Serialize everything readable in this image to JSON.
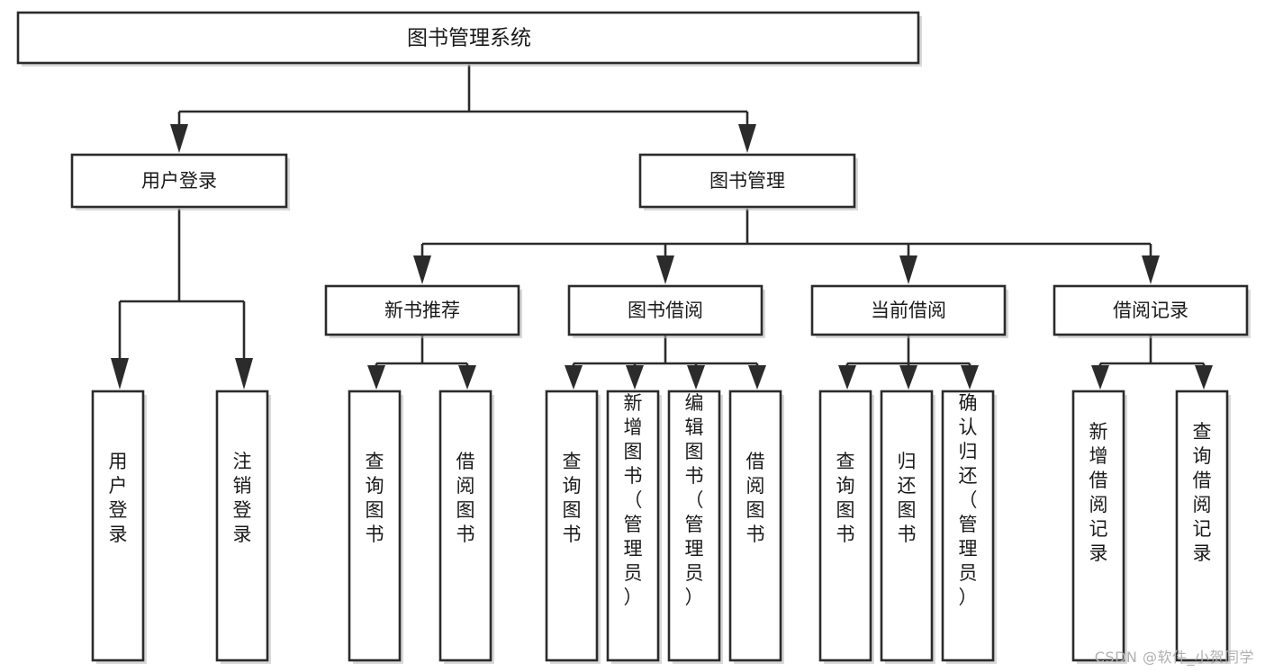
{
  "diagram": {
    "kind": "tree-hierarchy-chart",
    "root": {
      "label": "图书管理系统"
    },
    "level2": [
      {
        "label": "用户登录"
      },
      {
        "label": "图书管理"
      }
    ],
    "level3": [
      {
        "label": "新书推荐"
      },
      {
        "label": "图书借阅"
      },
      {
        "label": "当前借阅"
      },
      {
        "label": "借阅记录"
      }
    ],
    "leaves": {
      "user_login": [
        {
          "label": "用户登录"
        },
        {
          "label": "注销登录"
        }
      ],
      "new_book_recommend": [
        {
          "label": "查询图书"
        },
        {
          "label": "借阅图书"
        }
      ],
      "book_borrow": [
        {
          "label": "查询图书"
        },
        {
          "label": "新增图书（管理员）"
        },
        {
          "label": "编辑图书（管理员）"
        },
        {
          "label": "借阅图书"
        }
      ],
      "current_borrow": [
        {
          "label": "查询图书"
        },
        {
          "label": "归还图书"
        },
        {
          "label": "确认归还（管理员）"
        }
      ],
      "borrow_record": [
        {
          "label": "新增借阅记录"
        },
        {
          "label": "查询借阅记录"
        }
      ]
    }
  },
  "watermark": {
    "text": "CSDN @软件_小贺同学"
  },
  "colors": {
    "stroke": "#2b2b2b",
    "box_fill": "#ffffff",
    "text": "#1a1a1a",
    "watermark": "#b0b0b0",
    "background": "#ffffff"
  }
}
